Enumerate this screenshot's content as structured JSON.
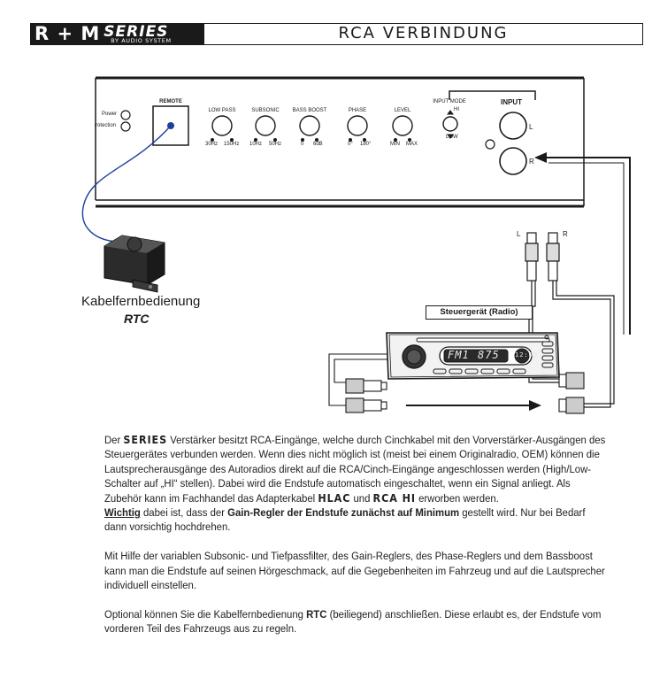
{
  "header": {
    "brand_rm": "R + M",
    "brand_series": "SERIES",
    "brand_sub": "BY AUDIO SYSTEM",
    "title": "RCA VERBINDUNG"
  },
  "amp": {
    "power_label": "Power",
    "protection_label": "rotection",
    "remote_label": "REMOTE",
    "controls": [
      {
        "name": "LOW PASS",
        "min": "30Hz",
        "max": "150Hz"
      },
      {
        "name": "SUBSONIC",
        "min": "10Hz",
        "max": "50Hz"
      },
      {
        "name": "BASS BOOST",
        "min": "0",
        "max": "6dB"
      },
      {
        "name": "PHASE",
        "min": "0°",
        "max": "180°"
      },
      {
        "name": "LEVEL",
        "min": "MIN",
        "max": "MAX"
      }
    ],
    "input_mode_label": "INPUT MODE",
    "input_mode_hi": "HI",
    "input_mode_low": "LOW",
    "input_label": "INPUT",
    "input_l": "L",
    "input_r": "R"
  },
  "cable": {
    "l": "L",
    "r": "R"
  },
  "rtc": {
    "name": "Kabelfernbedienung",
    "code": "RTC"
  },
  "radio": {
    "label": "Steuergerät (Radio)",
    "lcd_band": "FM1",
    "lcd_freq": "875",
    "lcd_clock": "12:00"
  },
  "text": {
    "p1_series": "SERIES",
    "p1_a": " Verstärker besitzt RCA-Eingänge, welche durch Cinchkabel mit den Vorverstärker-Ausgängen des Steuergerätes verbunden werden. Wenn dies nicht möglich ist (meist bei einem Originalradio, OEM) können die Lautsprecherausgänge des Autoradios direkt auf die RCA/Cinch-Eingänge angeschlossen werden (High/Low-Schalter auf „HI“ stellen). Dabei wird die Endstufe automatisch eingeschaltet, wenn ein Signal anliegt. Als Zubehör kann im Fachhandel das Adapterkabel ",
    "p1_pre": "Der ",
    "p1_hlac": "HLAC",
    "p1_und": " und ",
    "p1_rcahi": "RCA HI",
    "p1_end": " erworben werden.",
    "p2_wichtig": "Wichtig",
    "p2_a": " dabei ist, dass der ",
    "p2_bold": "Gain-Regler der Endstufe zunächst auf Minimum",
    "p2_b": " gestellt wird. Nur bei Bedarf dann vorsichtig hochdrehen.",
    "p3": "Mit Hilfe der variablen Subsonic- und Tiefpassfilter, des Gain-Reglers, des Phase-Reglers und dem Bassboost kann man die Endstufe auf seinen Hörgeschmack, auf die Gegebenheiten im Fahrzeug und auf die Lautsprecher individuell einstellen.",
    "p4_a": "Optional können Sie die Kabelfernbedienung ",
    "p4_rtc": "RTC",
    "p4_b": " (beiliegend) anschließen. Diese erlaubt es, der Endstufe vom vorderen Teil des Fahrzeugs aus zu regeln."
  }
}
